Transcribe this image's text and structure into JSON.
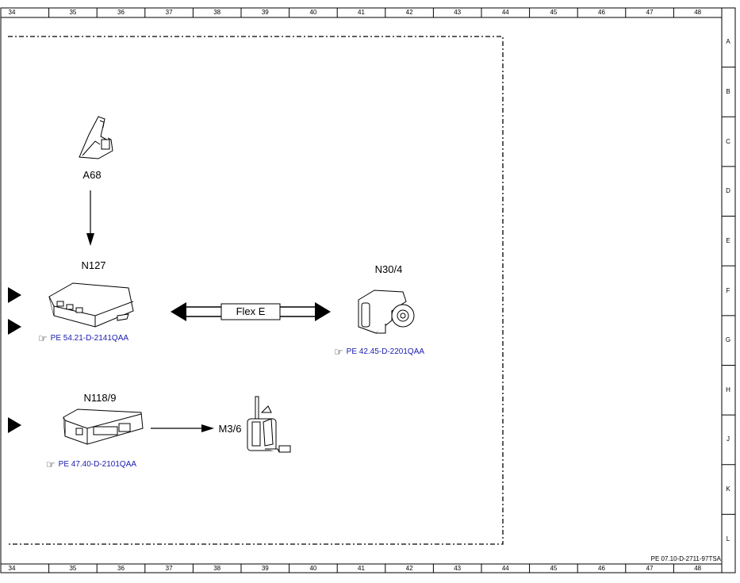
{
  "grid": {
    "columns": [
      "34",
      "35",
      "36",
      "37",
      "38",
      "39",
      "40",
      "41",
      "42",
      "43",
      "44",
      "45",
      "46",
      "47",
      "48"
    ],
    "rows": [
      "A",
      "B",
      "C",
      "D",
      "E",
      "F",
      "G",
      "H",
      "J",
      "K",
      "L"
    ]
  },
  "doc_id": "PE 07.10-D-2711-97TSA",
  "components": {
    "a68": {
      "label": "A68"
    },
    "n127": {
      "label": "N127",
      "ref": "PE 54.21-D-2141QAA"
    },
    "n30_4": {
      "label": "N30/4",
      "ref": "PE 42.45-D-2201QAA"
    },
    "n118_9": {
      "label": "N118/9",
      "ref": "PE 47.40-D-2101QAA"
    },
    "m3_6": {
      "label": "M3/6"
    }
  },
  "bus": {
    "label": "Flex E"
  },
  "colors": {
    "line": "#000000",
    "ref_link": "#1a1ab0"
  }
}
